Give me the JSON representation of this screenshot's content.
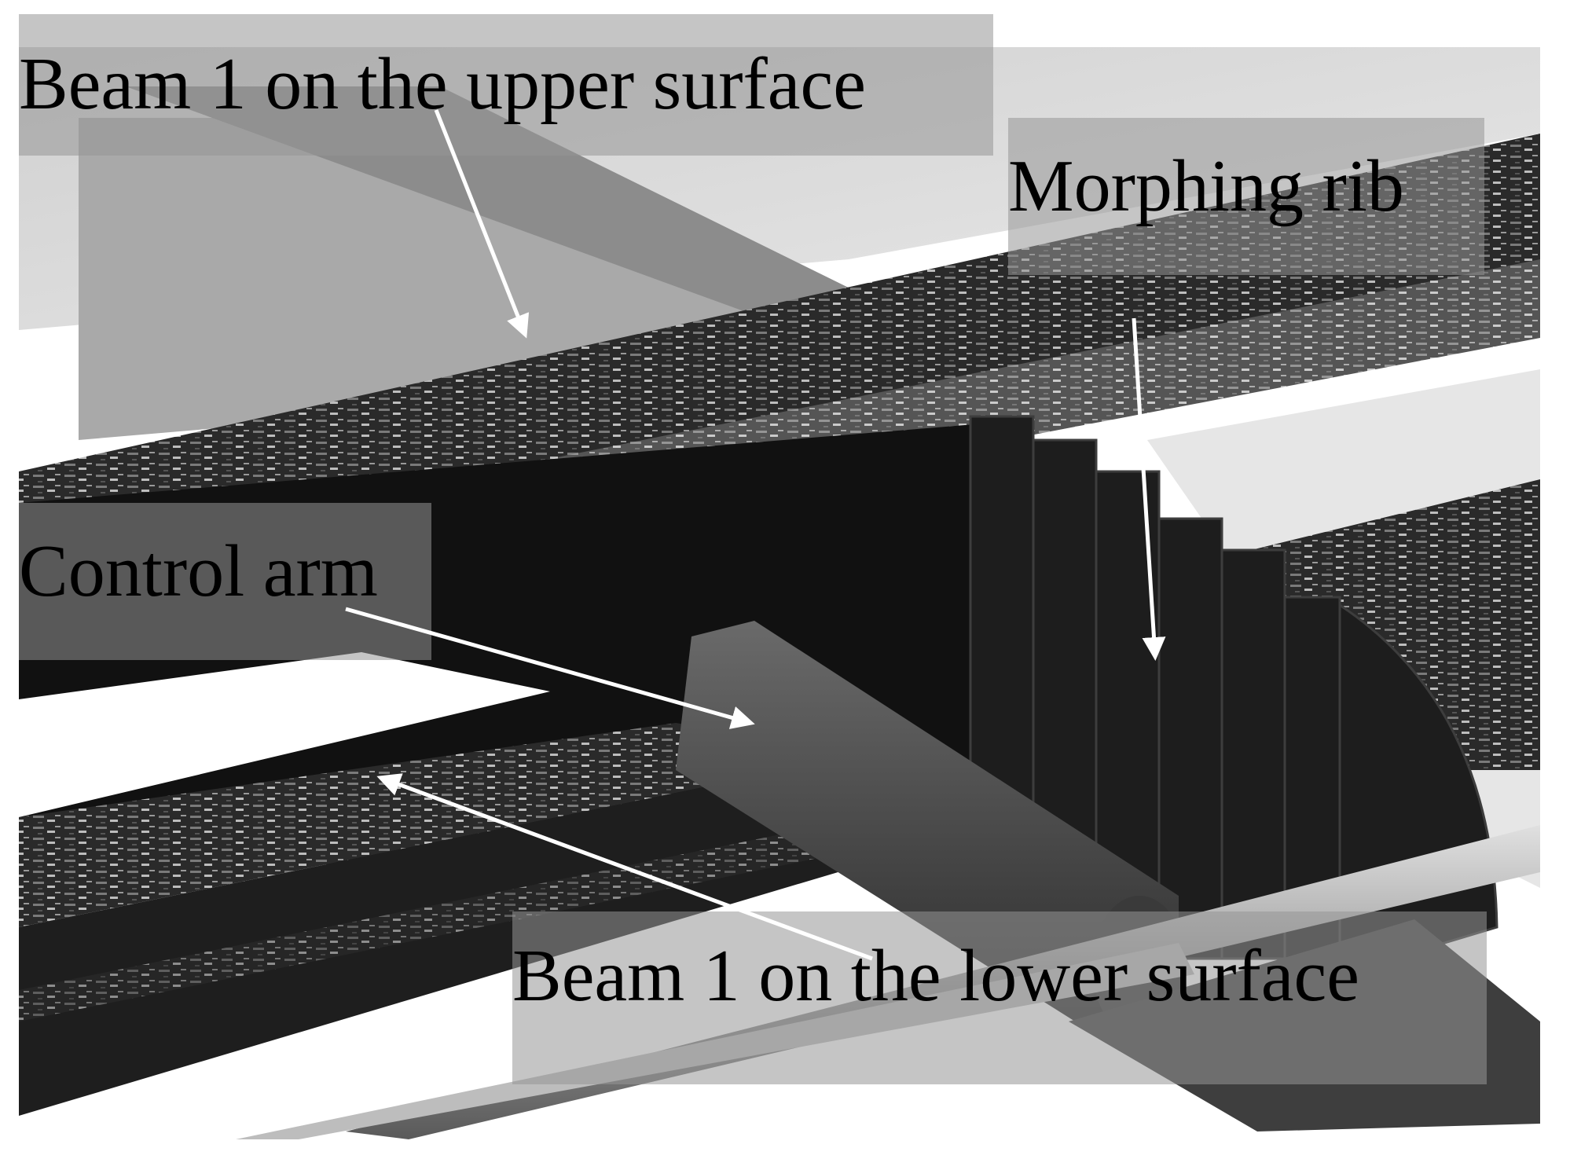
{
  "figure": {
    "labels": {
      "upper_beam": "Beam 1 on the upper surface",
      "morphing_rib": "Morphing rib",
      "control_arm": "Control arm",
      "lower_beam": "Beam 1 on the lower surface"
    },
    "colors": {
      "arrow": "#ffffff",
      "label_text": "#000000",
      "background": "#ffffff"
    }
  }
}
